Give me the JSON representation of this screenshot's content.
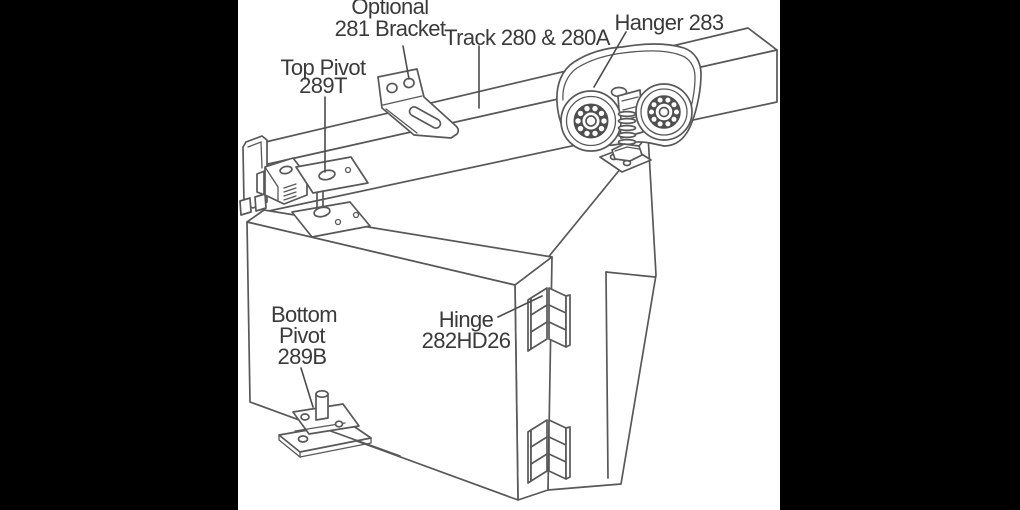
{
  "diagram": {
    "type": "technical-line-drawing",
    "subject": "bifold-door-hardware-exploded-view",
    "colors": {
      "side_bars": "#000000",
      "canvas": "#ffffff",
      "line": "#585858",
      "text": "#3a3a3a",
      "bearing_ring": "#4f4f4f"
    },
    "labels": {
      "optional_bracket": {
        "line1": "Optional",
        "line2": "281 Bracket"
      },
      "track": {
        "line1": "Track 280 & 280A"
      },
      "hanger": {
        "line1": "Hanger 283"
      },
      "top_pivot": {
        "line1": "Top Pivot",
        "line2": "289T"
      },
      "hinge": {
        "line1": "Hinge",
        "line2": "282HD26"
      },
      "bottom_pivot": {
        "line1": "Bottom",
        "line2": "Pivot",
        "line3": "289B"
      }
    }
  }
}
